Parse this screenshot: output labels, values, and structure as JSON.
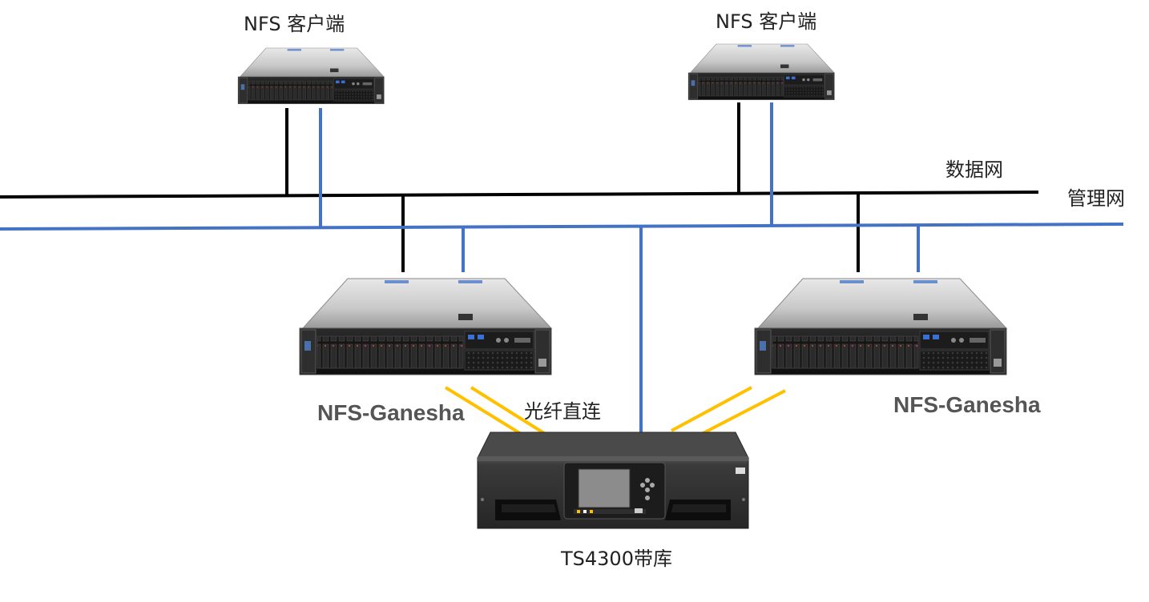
{
  "labels": {
    "client_left": "NFS 客户端",
    "client_right": "NFS 客户端",
    "data_network": "数据网",
    "mgmt_network": "管理网",
    "server_left": "NFS-Ganesha",
    "server_right": "NFS-Ganesha",
    "fiber_direct": "光纤直连",
    "tape_library": "TS4300带库"
  },
  "colors": {
    "data_network": "#000000",
    "mgmt_network": "#4472c4",
    "fiber": "#ffc000"
  },
  "icons": {
    "client_servers": "rack-server-2u-icon",
    "ganesha_servers": "rack-server-2u-icon",
    "tape_library": "tape-library-icon"
  }
}
